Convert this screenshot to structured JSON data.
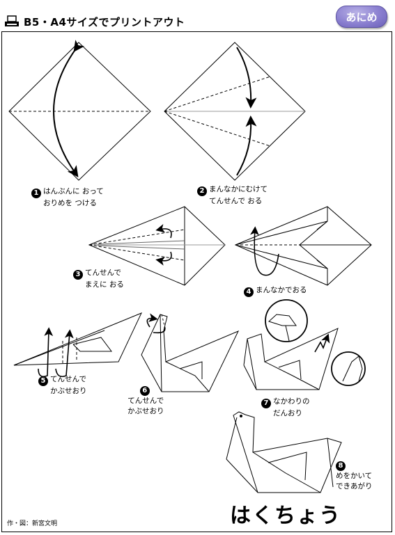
{
  "header": {
    "title": "B5・A4サイズでプリントアウト",
    "badge": "あにめ"
  },
  "steps": [
    {
      "num": "1",
      "line1": "はんぶんに おって",
      "line2": "おりめを つける"
    },
    {
      "num": "2",
      "line1": "まんなかにむけて",
      "line2": "てんせんで おる"
    },
    {
      "num": "3",
      "line1": "てんせんで",
      "line2": "まえに おる"
    },
    {
      "num": "4",
      "line1": "まんなかでおる",
      "line2": ""
    },
    {
      "num": "5",
      "line1": "てんせんで",
      "line2": "かぶせおり"
    },
    {
      "num": "6",
      "line1": "てんせんで",
      "line2": "かぶせおり"
    },
    {
      "num": "7",
      "line1": "なかわりの",
      "line2": "だんおり"
    },
    {
      "num": "8",
      "line1": "めをかいて",
      "line2": "できあがり"
    }
  ],
  "title": "はくちょう",
  "credit": "作・図：新宮文明"
}
